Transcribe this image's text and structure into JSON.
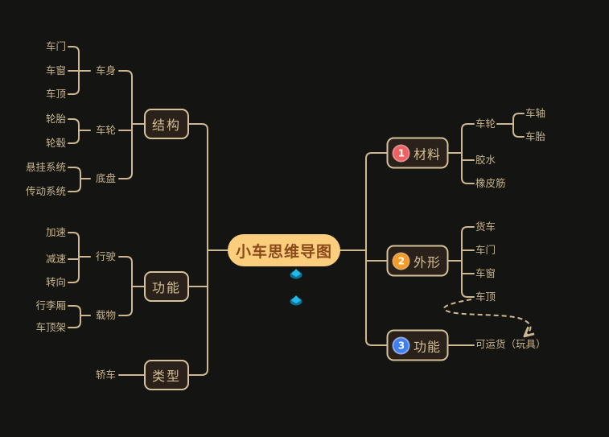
{
  "title": "小车思维导图",
  "colors": {
    "background": "#141513",
    "connector": "#CDB890",
    "node_text": "#C8B48A",
    "box_fill": "#2A211A",
    "box_border": "#D6C29A",
    "central_fill": "#FBCE7E",
    "central_text": "#8B4A1A",
    "badge_1": "#F25F5F",
    "badge_2": "#F59A23",
    "badge_3": "#3E7FF2",
    "gem_top": "#1FBBE8",
    "gem_base": "#0F6E91"
  },
  "icons": {
    "central_markers": [
      "gem-icon",
      "gem-icon"
    ],
    "relationship": "dashed-arrow"
  },
  "left": {
    "branches": [
      {
        "label": "结构",
        "children": [
          {
            "label": "车身",
            "children": [
              {
                "label": "车门"
              },
              {
                "label": "车窗"
              },
              {
                "label": "车顶"
              }
            ]
          },
          {
            "label": "车轮",
            "children": [
              {
                "label": "轮胎"
              },
              {
                "label": "轮毂"
              }
            ]
          },
          {
            "label": "底盘",
            "children": [
              {
                "label": "悬挂系统"
              },
              {
                "label": "传动系统"
              }
            ]
          }
        ]
      },
      {
        "label": "功能",
        "children": [
          {
            "label": "行驶",
            "children": [
              {
                "label": "加速"
              },
              {
                "label": "减速"
              },
              {
                "label": "转向"
              }
            ]
          },
          {
            "label": "载物",
            "children": [
              {
                "label": "行李厢"
              },
              {
                "label": "车顶架"
              }
            ]
          }
        ]
      },
      {
        "label": "类型",
        "children": [
          {
            "label": "轿车",
            "children": []
          }
        ]
      }
    ]
  },
  "right": {
    "branches": [
      {
        "badge": "1",
        "label": "材料",
        "children": [
          {
            "label": "车轮",
            "children": [
              {
                "label": "车轴"
              },
              {
                "label": "车胎"
              }
            ]
          },
          {
            "label": "胶水",
            "children": []
          },
          {
            "label": "橡皮筋",
            "children": []
          }
        ]
      },
      {
        "badge": "2",
        "label": "外形",
        "children": [
          {
            "label": "货车"
          },
          {
            "label": "车门"
          },
          {
            "label": "车窗"
          },
          {
            "label": "车顶"
          }
        ]
      },
      {
        "badge": "3",
        "label": "功能",
        "children": [
          {
            "label": "可运货（玩具）"
          }
        ]
      }
    ]
  }
}
